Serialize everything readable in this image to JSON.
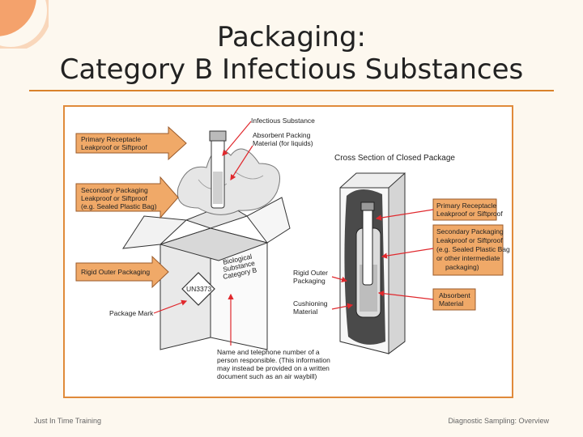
{
  "slide": {
    "title_line1": "Packaging:",
    "title_line2": "Category B Infectious Substances"
  },
  "figure": {
    "labels": {
      "infectious_substance": "Infectious Substance",
      "absorbent_packing_1": "Absorbent Packing",
      "absorbent_packing_2": "Material (for liquids)",
      "primary_receptacle_1": "Primary Receptacle",
      "primary_receptacle_2": "Leakproof or Siftproof",
      "secondary_packaging_1": "Secondary Packaging",
      "secondary_packaging_2": "Leakproof or Siftproof",
      "secondary_packaging_3": "(e.g. Sealed Plastic Bag)",
      "rigid_outer_packaging": "Rigid Outer Packaging",
      "package_mark": "Package Mark",
      "box_text_1": "Biological",
      "box_text_2": "Substance",
      "box_text_3": "Category B",
      "un_mark": "UN3373",
      "cross_section_title": "Cross Section of Closed Package",
      "rigid_outer_1": "Rigid Outer",
      "rigid_outer_2": "Packaging",
      "cushioning_1": "Cushioning",
      "cushioning_2": "Material",
      "cs_primary_1": "Primary Receptacle",
      "cs_primary_2": "Leakproof or Siftproof",
      "cs_secondary_1": "Secondary Packaging",
      "cs_secondary_2": "Leakproof or Siftproof",
      "cs_secondary_3": "(e.g. Sealed Plastic Bag",
      "cs_secondary_4": "or other intermediate",
      "cs_secondary_5": "packaging)",
      "absorbent_material_1": "Absorbent",
      "absorbent_material_2": "Material",
      "name_note_1": "Name and telephone number of a",
      "name_note_2": "person responsible. (This information",
      "name_note_3": "may instead be provided on a written",
      "name_note_4": "document such as an air waybill)"
    },
    "colors": {
      "arrow": "#f0a968",
      "arrow_stroke": "#9a5a2a",
      "border": "#e08a3a",
      "pointer": "#e0282d"
    }
  },
  "footer": {
    "left": "Just In Time Training",
    "right": "Diagnostic Sampling: Overview"
  }
}
